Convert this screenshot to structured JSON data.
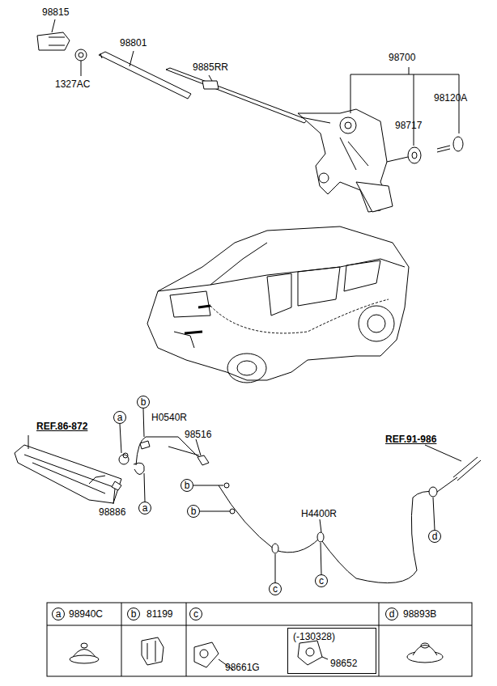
{
  "diagram": {
    "nodes": [
      {
        "text": [
          "98940C"
        ]
      },
      {
        "text": [
          "a"
        ],
        "in": 0
      },
      {
        "text": [
          "81199"
        ]
      },
      {
        "text": [
          "b"
        ],
        "in": 2
      },
      {
        "text": [
          "98661G"
        ]
      },
      {
        "text": [
          "c"
        ],
        "in": 4
      },
      {
        "text": [
          "(-130328)",
          "98652"
        ],
        "in": 4
      },
      {
        "text": [
          "98893B"
        ]
      },
      {
        "text": [
          "d"
        ],
        "in": 7
      },
      {
        "text": [
          "a"
        ]
      },
      {
        "text": [
          "b"
        ]
      },
      {
        "text": [
          "a"
        ]
      },
      {
        "text": [
          "b"
        ]
      },
      {
        "text": [
          "b"
        ]
      },
      {
        "text": [
          "c"
        ]
      },
      {
        "text": [
          "c"
        ]
      },
      {
        "text": [
          "d"
        ]
      }
    ],
    "labels": [
      "98815",
      "98801",
      "9885RR",
      "98700",
      "98120A",
      "1327AC",
      "98717",
      "REF.86-872",
      "H0540R",
      "98516",
      "98886",
      "REF.91-986",
      "H4400R"
    ]
  }
}
